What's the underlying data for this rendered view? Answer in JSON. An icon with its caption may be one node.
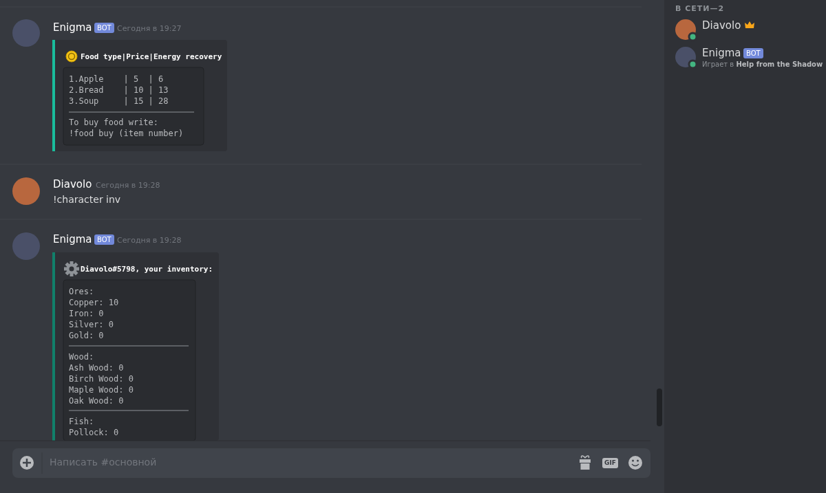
{
  "diagram": {
    "labels": [
      "Enigma",
      "BOT",
      "Сегодня в 19:27",
      "Food type|Price|Energy recovery",
      "1.Apple    | 5  | 6",
      "2.Bread    | 10 | 13",
      "3.Soup     | 15 | 28",
      "To buy food write:",
      "!food buy (item number)",
      "Diavolo",
      "Сегодня в 19:28",
      "!character inv",
      "Enigma",
      "BOT",
      "Сегодня в 19:28",
      "Diavolo#5798, your inventory:",
      "Ores:",
      "Copper: 10",
      "Iron: 0",
      "Silver: 0",
      "Gold: 0",
      "Wood:",
      "Ash Wood: 0",
      "Birch Wood: 0",
      "Maple Wood: 0",
      "Oak Wood: 0",
      "Fish:",
      "Pollock: 0",
      "Написать #основной",
      "GIF",
      "В СЕТИ—2",
      "Diavolo",
      "Enigma",
      "BOT",
      "Играет в **Help from the Shadow**"
    ]
  }
}
